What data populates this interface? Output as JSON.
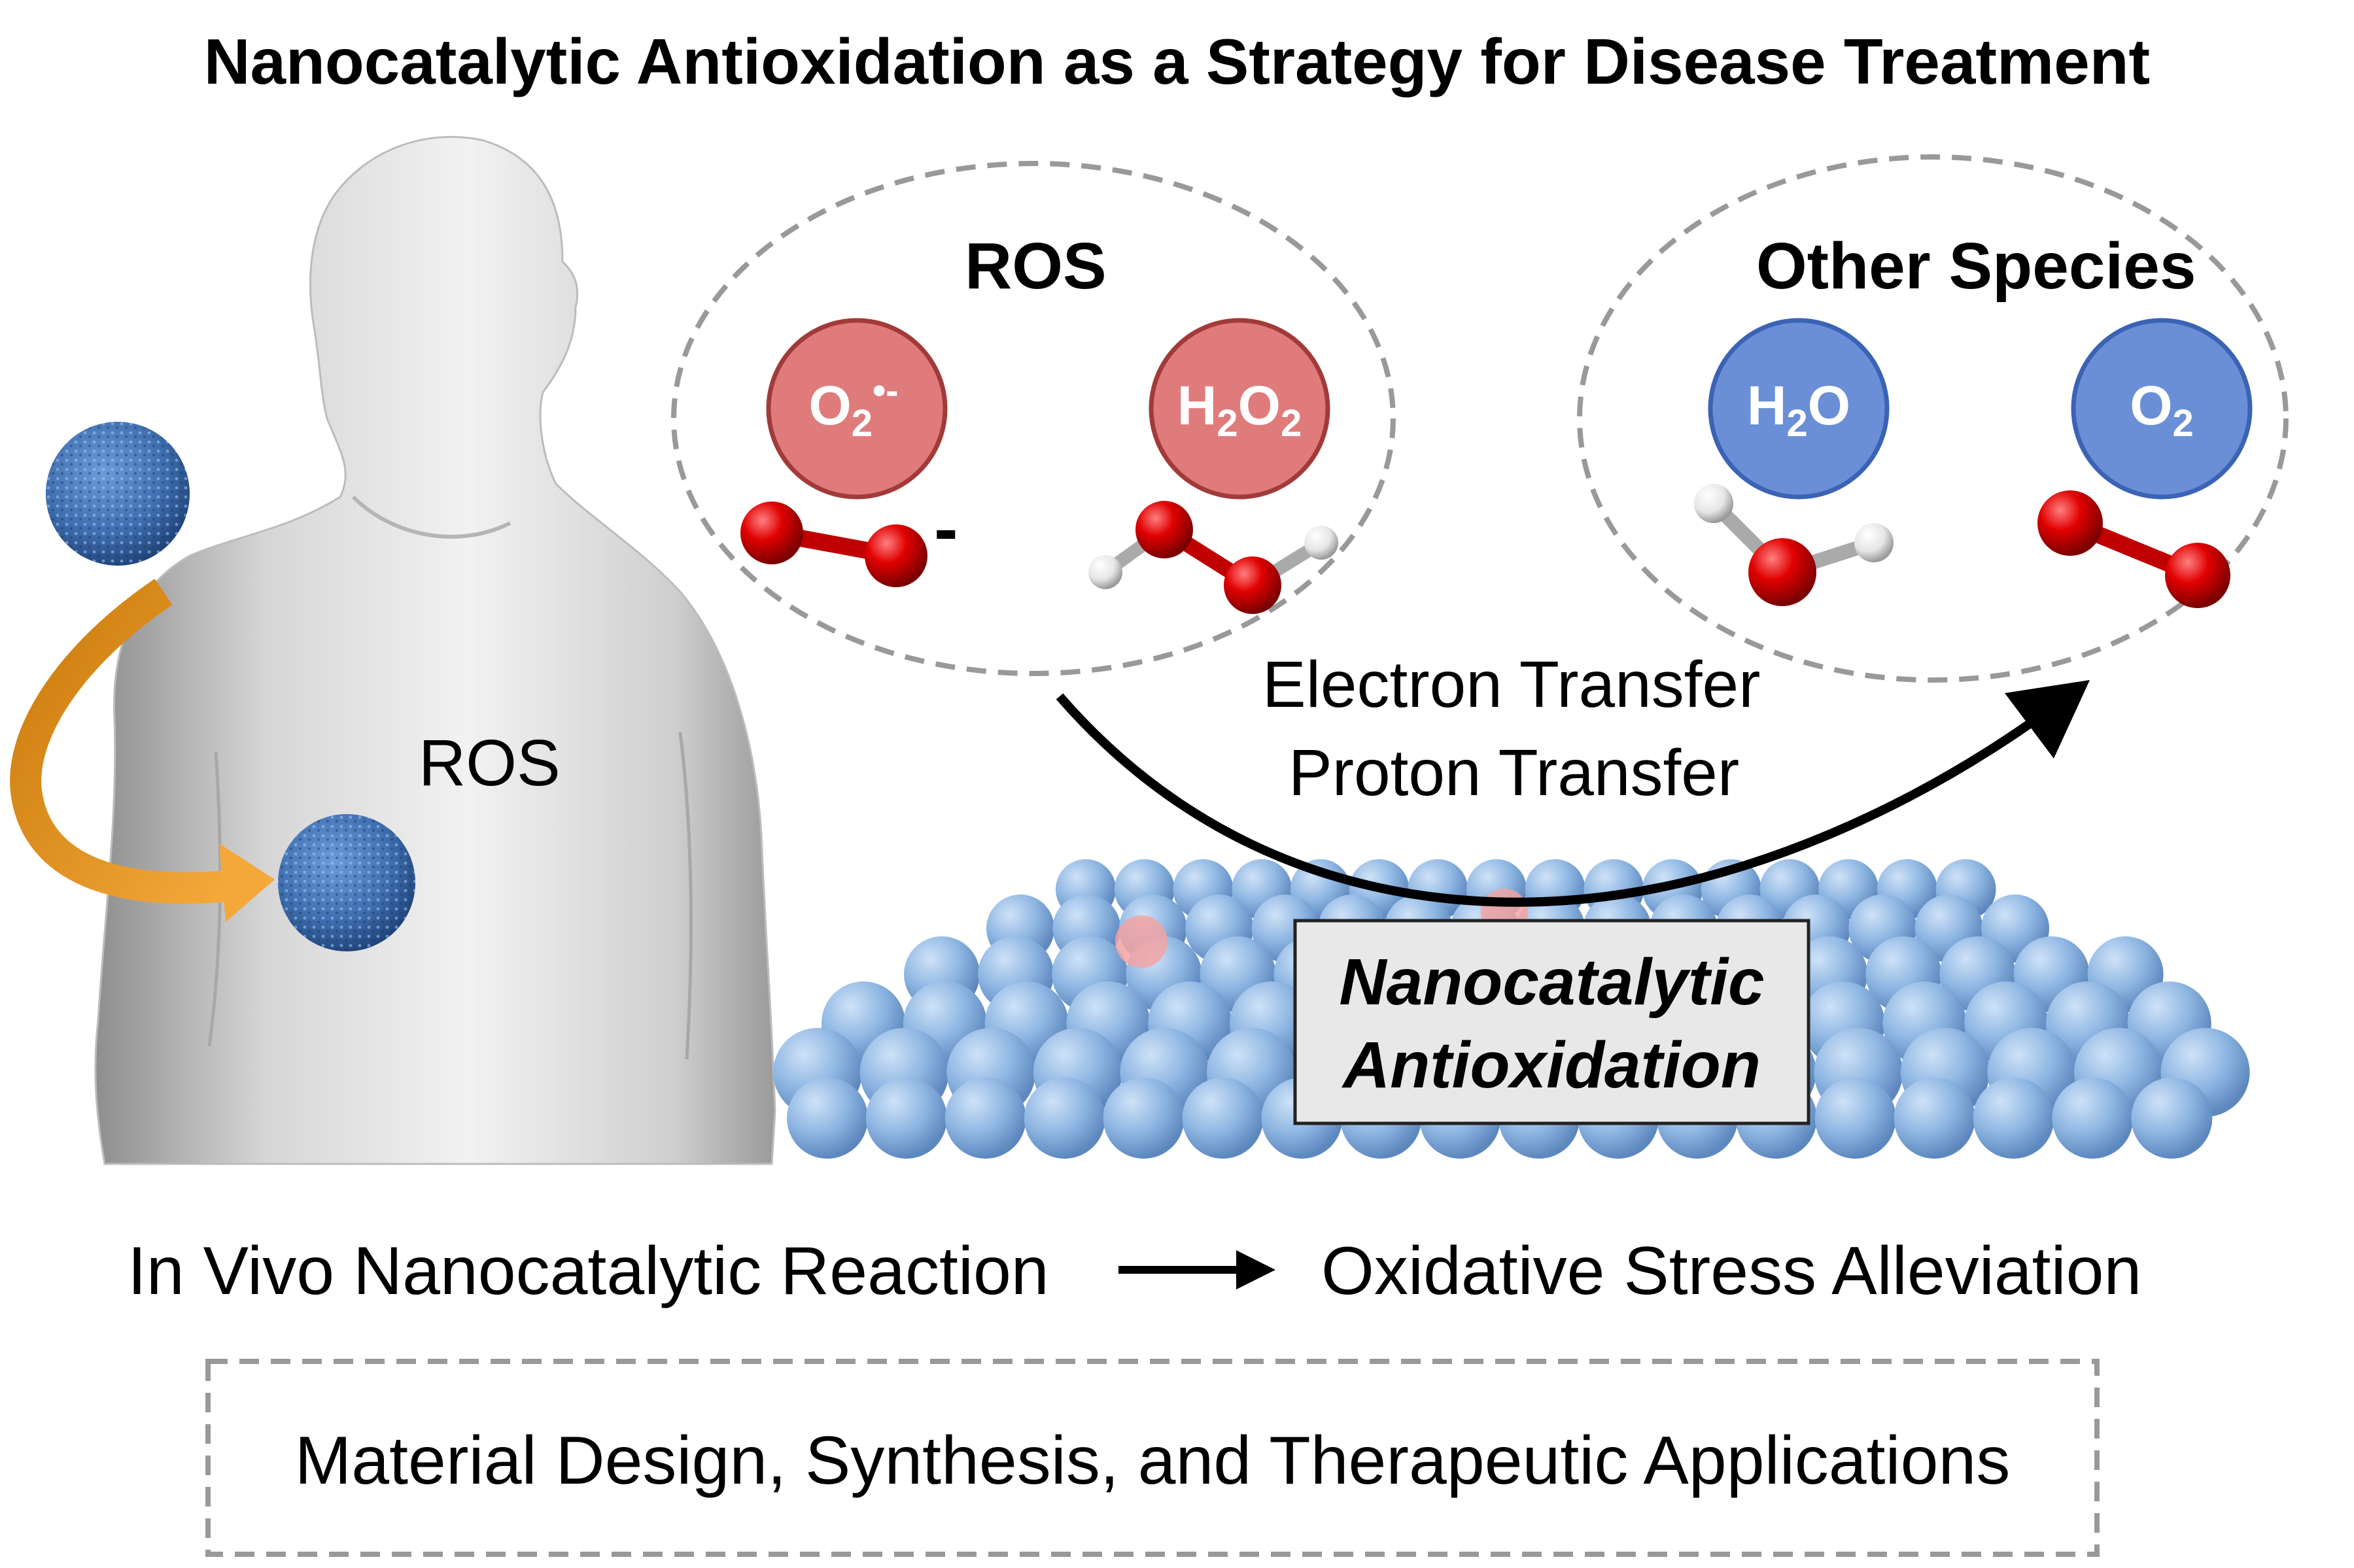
{
  "title": "Nanocatalytic Antioxidation as a Strategy for Disease Treatment",
  "left_panel": {
    "body_label": "ROS"
  },
  "ros_group": {
    "title": "ROS",
    "items": [
      {
        "label_base": "O",
        "label_sub": "2",
        "label_sup": "•-",
        "charge": "-"
      },
      {
        "label_base": "H",
        "label_sub": "2",
        "label_tail": "O",
        "label_sub2": "2"
      }
    ]
  },
  "other_group": {
    "title": "Other Species",
    "items": [
      {
        "label_base": "H",
        "label_sub": "2",
        "label_tail": "O"
      },
      {
        "label_base": "O",
        "label_sub": "2"
      }
    ]
  },
  "transfer": {
    "line1": "Electron Transfer",
    "line2": "Proton Transfer"
  },
  "catalyst_box": {
    "line1": "Nanocatalytic",
    "line2": "Antioxidation"
  },
  "flow": {
    "left": "In Vivo Nanocatalytic Reaction",
    "right": "Oxidative Stress Alleviation"
  },
  "footer_box": "Material Design, Synthesis, and Therapeutic Applications",
  "colors": {
    "ros_fill": "#e07b7b",
    "ros_stroke": "#a23a3a",
    "other_fill": "#6a8fd6",
    "other_stroke": "#3b63b5",
    "lattice": "#8fb7e3",
    "nanoparticle": "#3f6fb0",
    "arrow_orange": "#f0a020",
    "dash": "#999999"
  }
}
